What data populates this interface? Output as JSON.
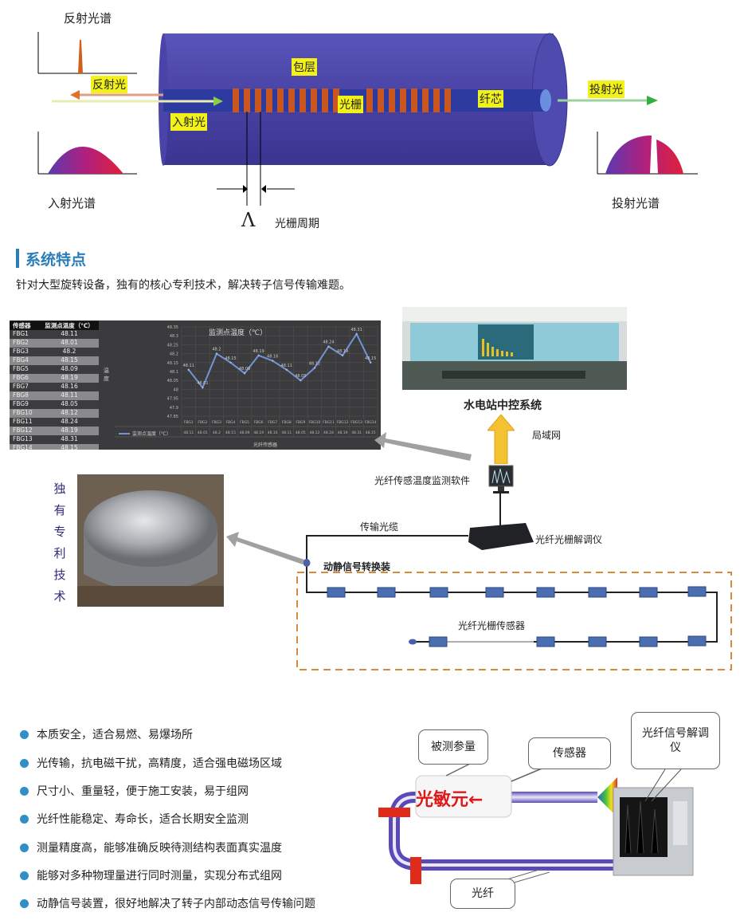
{
  "diagram": {
    "reflected_spectrum": "反射光谱",
    "reflected_light": "反射光",
    "incident_light": "入射光",
    "incident_spectrum": "入射光谱",
    "cladding": "包层",
    "grating": "光栅",
    "core": "纤芯",
    "transmitted_light": "投射光",
    "transmitted_spectrum": "投射光谱",
    "lambda_symbol": "Λ",
    "grating_period": "光栅周期"
  },
  "section": {
    "title": "系统特点",
    "subtitle": "针对大型旋转设备，独有的核心专利技术，解决转子信号传输难题。"
  },
  "chart_data": {
    "type": "line",
    "title": "监测点温度（℃）",
    "xlabel": "光纤传感器",
    "ylabel": "温度",
    "legend": "监测点温度（℃）",
    "table_headers": [
      "传感器",
      "监测点温度（℃）"
    ],
    "categories": [
      "FBG1",
      "FBG2",
      "FBG3",
      "FBG4",
      "FBG5",
      "FBG6",
      "FBG7",
      "FBG8",
      "FBG9",
      "FBG10",
      "FBG11",
      "FBG12",
      "FBG13",
      "FBG14"
    ],
    "values": [
      48.11,
      48.01,
      48.2,
      48.15,
      48.09,
      48.19,
      48.16,
      48.11,
      48.05,
      48.12,
      48.24,
      48.19,
      48.31,
      48.15
    ],
    "ylim": [
      47.85,
      48.35
    ],
    "yticks": [
      "48.35",
      "48.3",
      "48.25",
      "48.2",
      "48.15",
      "48.1",
      "48.05",
      "48",
      "47.95",
      "47.9",
      "47.85"
    ],
    "series_color": "#6f95d6"
  },
  "system": {
    "control_center": "水电站中控系统",
    "lan": "局域网",
    "software": "光纤传感温度监测软件",
    "cable": "传输光缆",
    "demodulator": "光纤光栅解调仪",
    "converter": "动静信号转换装",
    "sensors": "光纤光栅传感器",
    "patent_vertical": [
      "独",
      "有",
      "专",
      "利",
      "技",
      "术"
    ]
  },
  "features": [
    "本质安全，适合易燃、易爆场所",
    "光传输，抗电磁干扰，高精度，适合强电磁场区域",
    "尺寸小、重量轻，便于施工安装，易于组网",
    "光纤性能稳定、寿命长，适合长期安全监测",
    "测量精度高，能够准确反映待测结构表面真实温度",
    "能够对多种物理量进行同时测量，实现分布式组网",
    "动静信号装置，很好地解决了转子内部动态信号传输问题"
  ],
  "principle": {
    "measured": "被测参量",
    "sensor": "传感器",
    "demodulator": "光纤信号解调仪",
    "element": "光敏元←",
    "fiber": "光纤"
  },
  "colors": {
    "accent": "#2b7db8",
    "tag": "#f2f21a",
    "cylinder": "#4a43a8",
    "grating": "#c8561e"
  }
}
